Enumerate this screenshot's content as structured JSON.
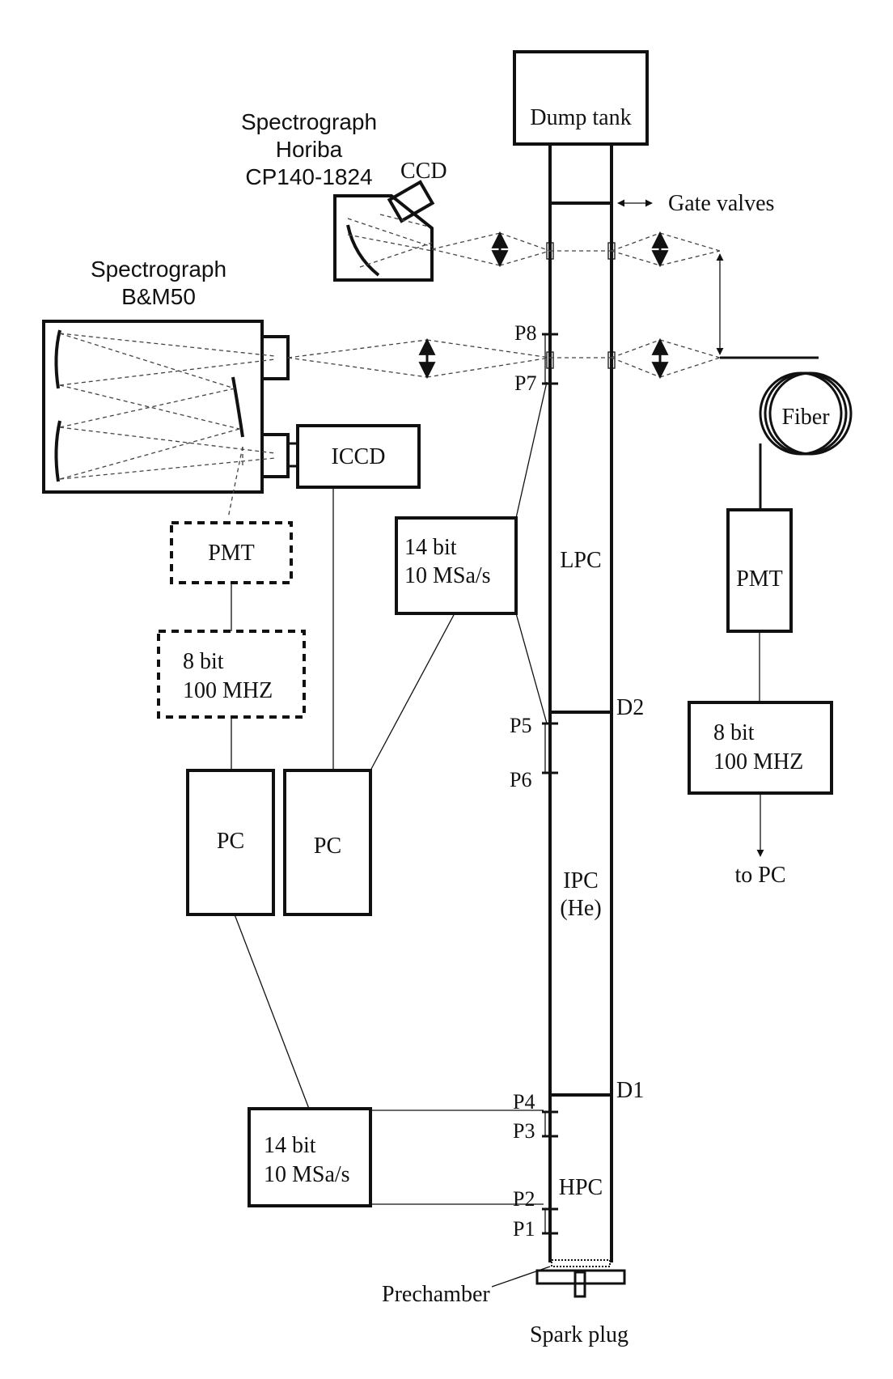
{
  "labels": {
    "dump_tank": "Dump tank",
    "gate_valves": "Gate valves",
    "spectrograph_horiba": [
      "Spectrograph",
      "Horiba",
      "CP140-1824"
    ],
    "ccd": "CCD",
    "spectrograph_bm": [
      "Spectrograph",
      "B&M50"
    ],
    "iccd": "ICCD",
    "pmt_dashed": "PMT",
    "digitizer_dashed": [
      "8 bit",
      "100 MHZ"
    ],
    "digitizer_top": [
      "14 bit",
      "10 MSa/s"
    ],
    "pc_left": "PC",
    "pc_right": "PC",
    "digitizer_bottom": [
      "14 bit",
      "10 MSa/s"
    ],
    "lpc": "LPC",
    "ipc": [
      "IPC",
      "(He)"
    ],
    "hpc": "HPC",
    "d1": "D1",
    "d2": "D2",
    "p1": "P1",
    "p2": "P2",
    "p3": "P3",
    "p4": "P4",
    "p5": "P5",
    "p6": "P6",
    "p7": "P7",
    "p8": "P8",
    "prechamber": "Prechamber",
    "spark_plug": "Spark plug",
    "fiber": "Fiber",
    "pmt_right": "PMT",
    "digitizer_right": [
      "8 bit",
      "100 MHZ"
    ],
    "to_pc": "to PC"
  }
}
